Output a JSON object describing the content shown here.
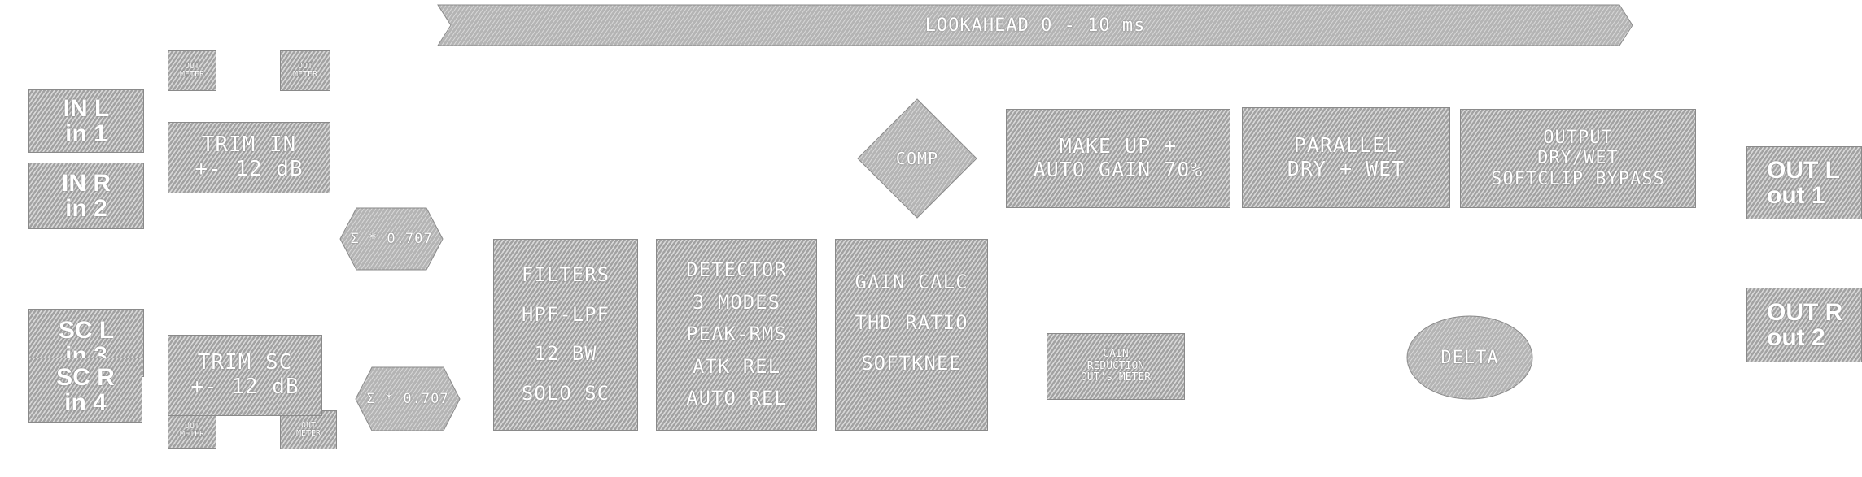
{
  "lookahead": {
    "label": "LOOKAHEAD 0 - 10 ms"
  },
  "inputs": {
    "in_l": {
      "line1": "IN L",
      "line2": "in 1"
    },
    "in_r": {
      "line1": "IN R",
      "line2": "in 2"
    },
    "sc_l": {
      "line1": "SC L",
      "line2": "in 3"
    },
    "sc_r": {
      "line1": "SC R",
      "line2": "in 4"
    }
  },
  "meters": {
    "top_left": {
      "line1": "OUT",
      "line2": "METER"
    },
    "top_right": {
      "line1": "OUT",
      "line2": "METER"
    },
    "bottom_left": {
      "line1": "OUT",
      "line2": "METER"
    },
    "bottom_right": {
      "line1": "OUT",
      "line2": "METER"
    }
  },
  "trim_in": {
    "line1": "TRIM IN",
    "line2": "+- 12 dB"
  },
  "trim_sc": {
    "line1": "TRIM SC",
    "line2": "+- 12 dB"
  },
  "sum_top": {
    "label": "Σ * 0.707"
  },
  "sum_bottom": {
    "label": "Σ * 0.707"
  },
  "filters": {
    "lines": [
      "FILTERS",
      "HPF-LPF",
      "12 BW",
      "SOLO SC"
    ]
  },
  "detector": {
    "lines": [
      "DETECTOR",
      "3 MODES",
      "PEAK-RMS",
      "ATK REL",
      "AUTO REL"
    ]
  },
  "gain_calc": {
    "lines": [
      "GAIN CALC",
      "THD RATIO",
      "SOFTKNEE"
    ]
  },
  "comp": {
    "label": "COMP"
  },
  "makeup": {
    "line1": "MAKE UP +",
    "line2": "AUTO GAIN 70%"
  },
  "parallel": {
    "line1": "PARALLEL",
    "line2": "DRY + WET"
  },
  "output": {
    "line1": "OUTPUT",
    "line2": "DRY/WET",
    "line3": "SOFTCLIP BYPASS"
  },
  "gain_reduction": {
    "line1": "GAIN",
    "line2": "REDUCTION",
    "line3": "OUT's METER"
  },
  "delta": {
    "label": "DELTA"
  },
  "outputs": {
    "out_l": {
      "line1": "OUT L",
      "line2": "out 1"
    },
    "out_r": {
      "line1": "OUT R",
      "line2": "out 2"
    }
  }
}
